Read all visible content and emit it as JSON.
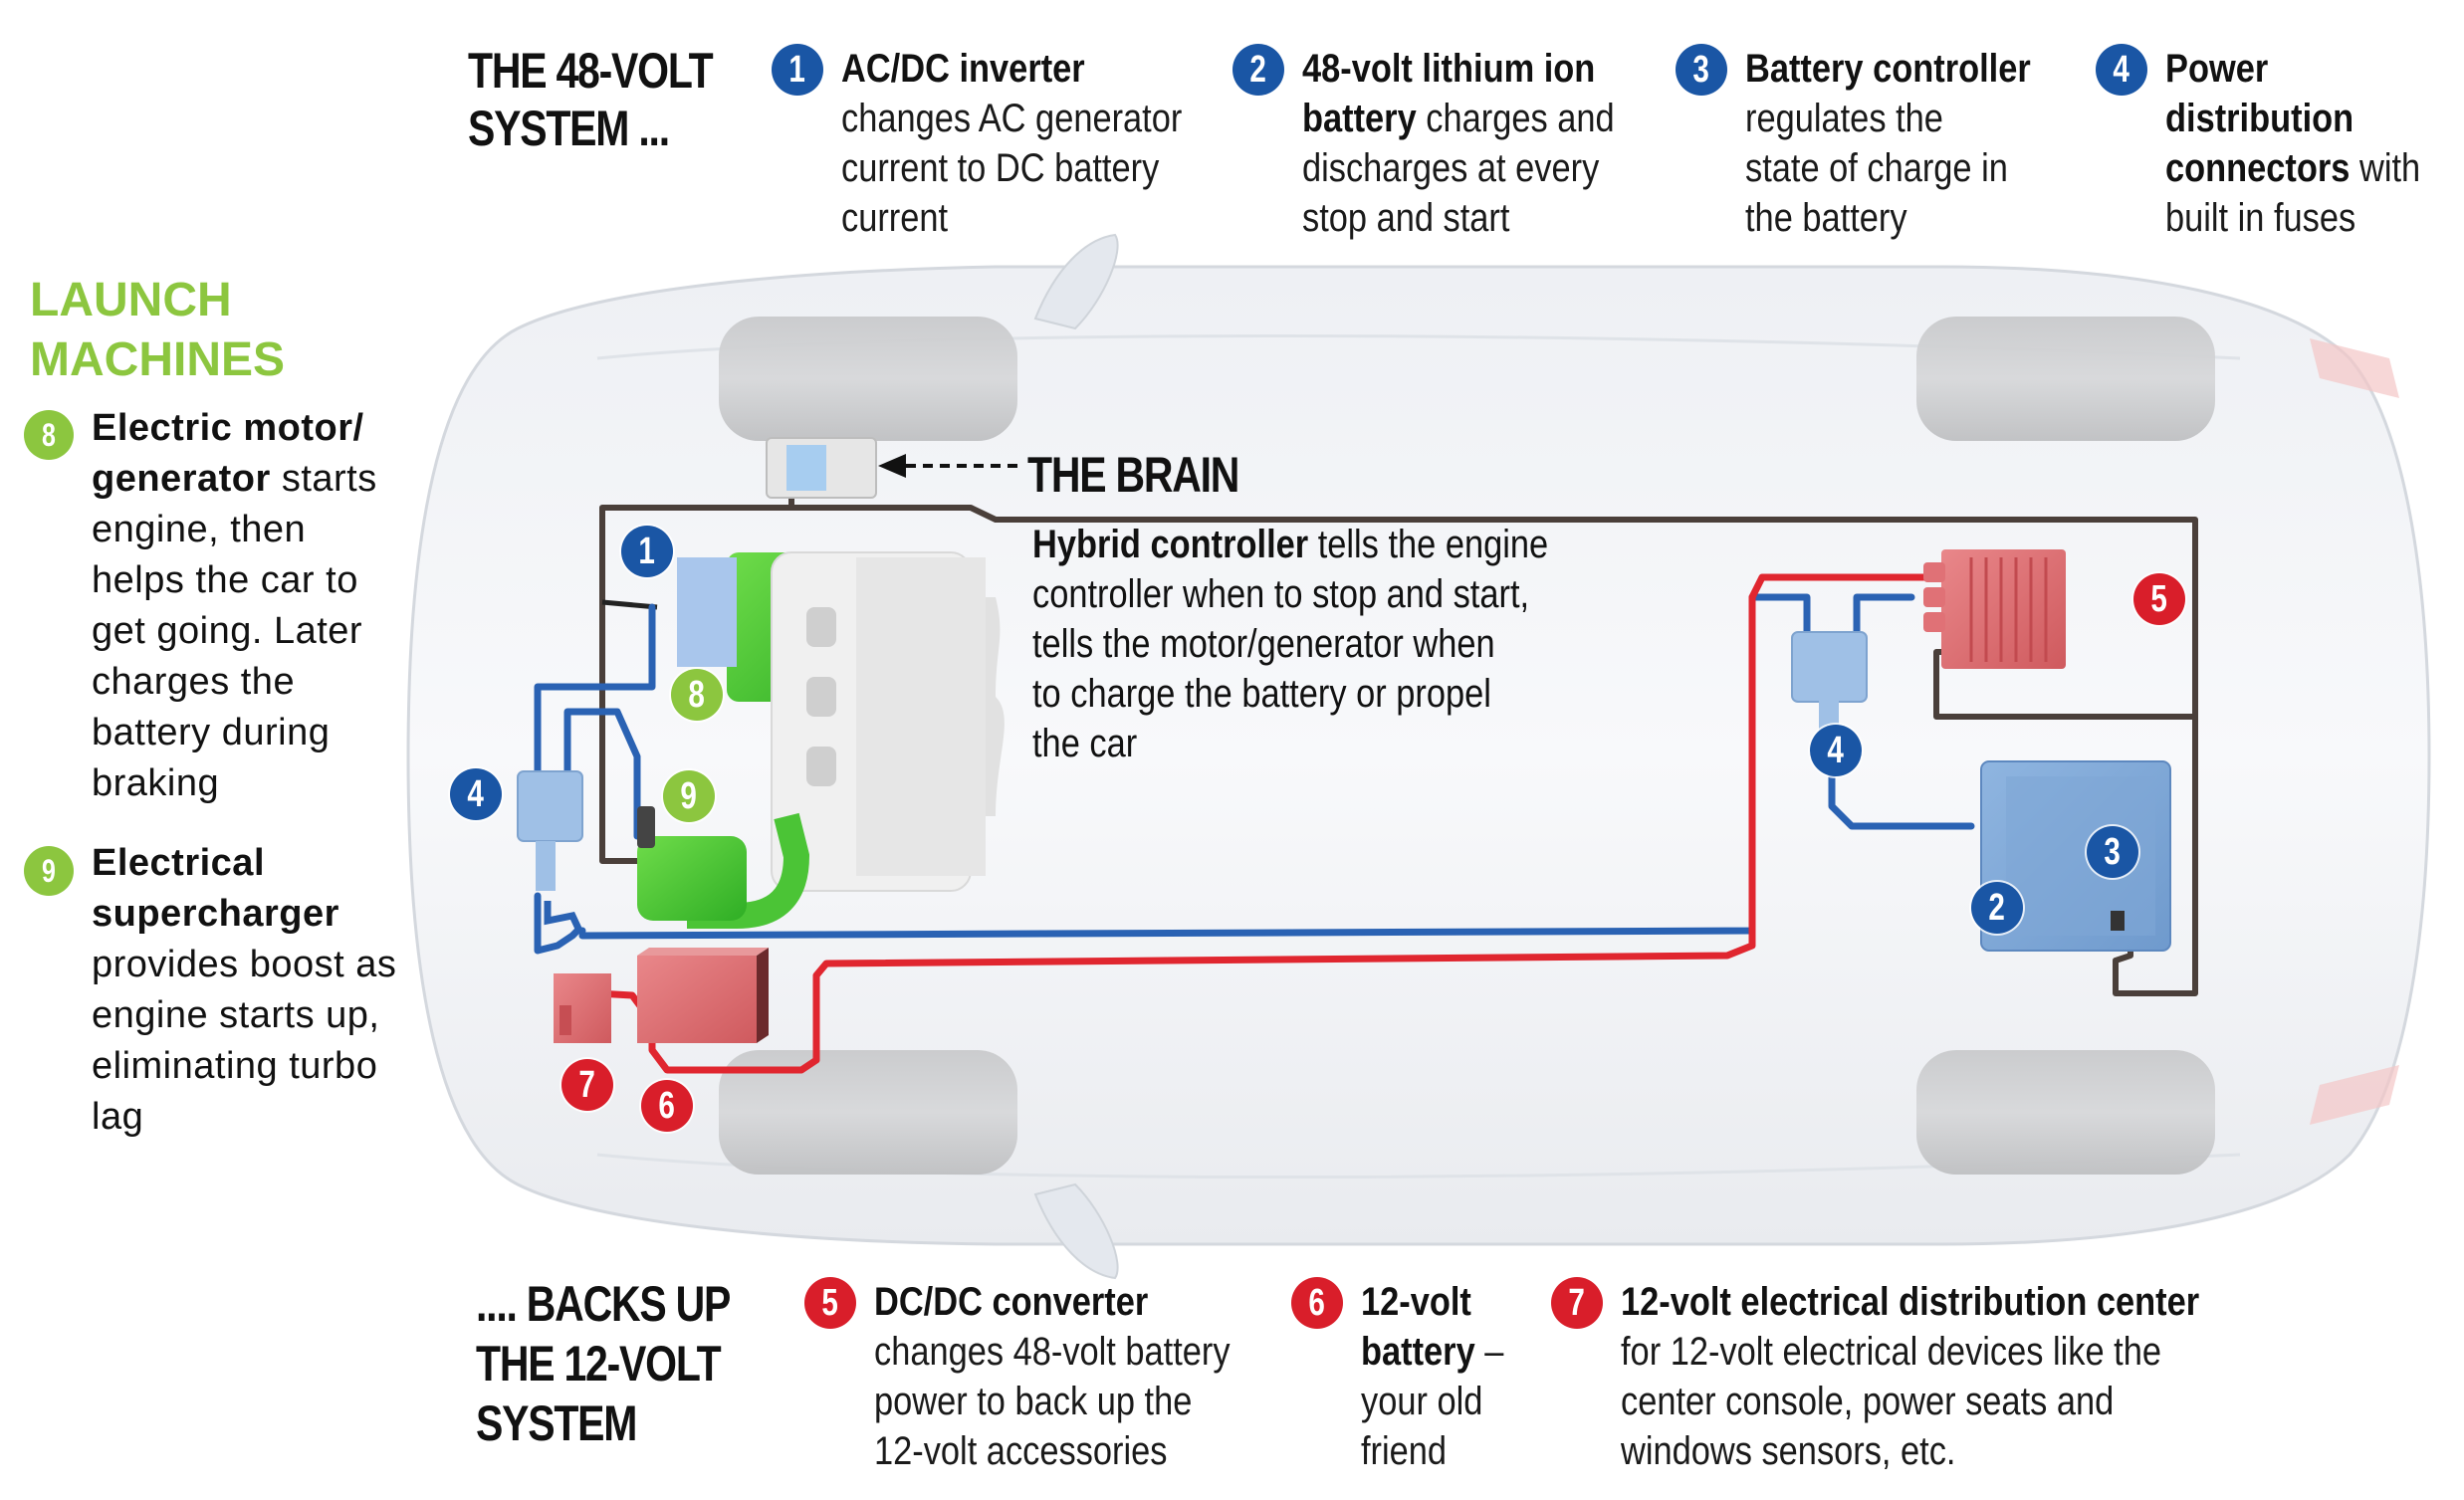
{
  "header_48v": {
    "title_line1": "THE 48-VOLT",
    "title_line2": "SYSTEM ..."
  },
  "callouts_top": [
    {
      "number": "1",
      "color": "#1a56a5",
      "bold": "AC/DC inverter",
      "lines": [
        "changes AC generator",
        "current to DC battery",
        "current"
      ]
    },
    {
      "number": "2",
      "color": "#1a56a5",
      "bold": "48-volt lithium ion",
      "bold2": "battery",
      "lines": [
        " charges and",
        "discharges at every",
        "stop and start"
      ]
    },
    {
      "number": "3",
      "color": "#1a56a5",
      "bold": "Battery controller",
      "lines": [
        "regulates the",
        "state of charge in",
        "the battery"
      ]
    },
    {
      "number": "4",
      "color": "#1a56a5",
      "bold": "Power",
      "bold_lines": [
        "distribution",
        "connectors"
      ],
      "lines": [
        " with",
        "built in fuses"
      ]
    }
  ],
  "launch": {
    "title_line1": "LAUNCH",
    "title_line2": "MACHINES",
    "color": "#8cc63f",
    "items": [
      {
        "number": "8",
        "bold_lines": [
          "Electric motor/",
          "generator"
        ],
        "rest_first": " starts",
        "lines": [
          "engine, then",
          "helps the car to",
          "get going. Later",
          "charges the",
          "battery during",
          "braking"
        ]
      },
      {
        "number": "9",
        "bold_lines": [
          "Electrical",
          "supercharger"
        ],
        "lines": [
          "provides boost as",
          "engine starts up,",
          "eliminating turbo",
          "lag"
        ]
      }
    ]
  },
  "brain": {
    "label": "THE BRAIN",
    "bold": "Hybrid controller",
    "first_rest": " tells the engine",
    "lines": [
      "controller when to stop and start,",
      "tells the motor/generator when",
      "to charge the battery or propel",
      "the car"
    ]
  },
  "header_12v": {
    "line1": ".... BACKS UP",
    "line2": "THE 12-VOLT",
    "line3": "SYSTEM"
  },
  "callouts_bottom": [
    {
      "number": "5",
      "color": "#d91e2a",
      "bold": "DC/DC converter",
      "lines": [
        "changes 48-volt battery",
        "power to back up the",
        "12-volt accessories"
      ]
    },
    {
      "number": "6",
      "color": "#d91e2a",
      "bold": "12-volt",
      "bold2": "battery",
      "rest2": " –",
      "lines": [
        "your old",
        "friend"
      ]
    },
    {
      "number": "7",
      "color": "#d91e2a",
      "bold": "12-volt electrical distribution center",
      "lines": [
        "for 12-volt electrical devices like the",
        "center console, power seats and",
        "windows sensors, etc."
      ]
    }
  ],
  "diagram_badges": {
    "b1": "1",
    "b2": "2",
    "b3": "3",
    "b4a": "4",
    "b4b": "4",
    "b5": "5",
    "b6": "6",
    "b7": "7",
    "b8": "8",
    "b9": "9"
  },
  "colors": {
    "blue_48v": "#1a56a5",
    "red_12v": "#d91e2a",
    "green_launch": "#8cc63f",
    "signal_wire": "#4a3f3a"
  }
}
